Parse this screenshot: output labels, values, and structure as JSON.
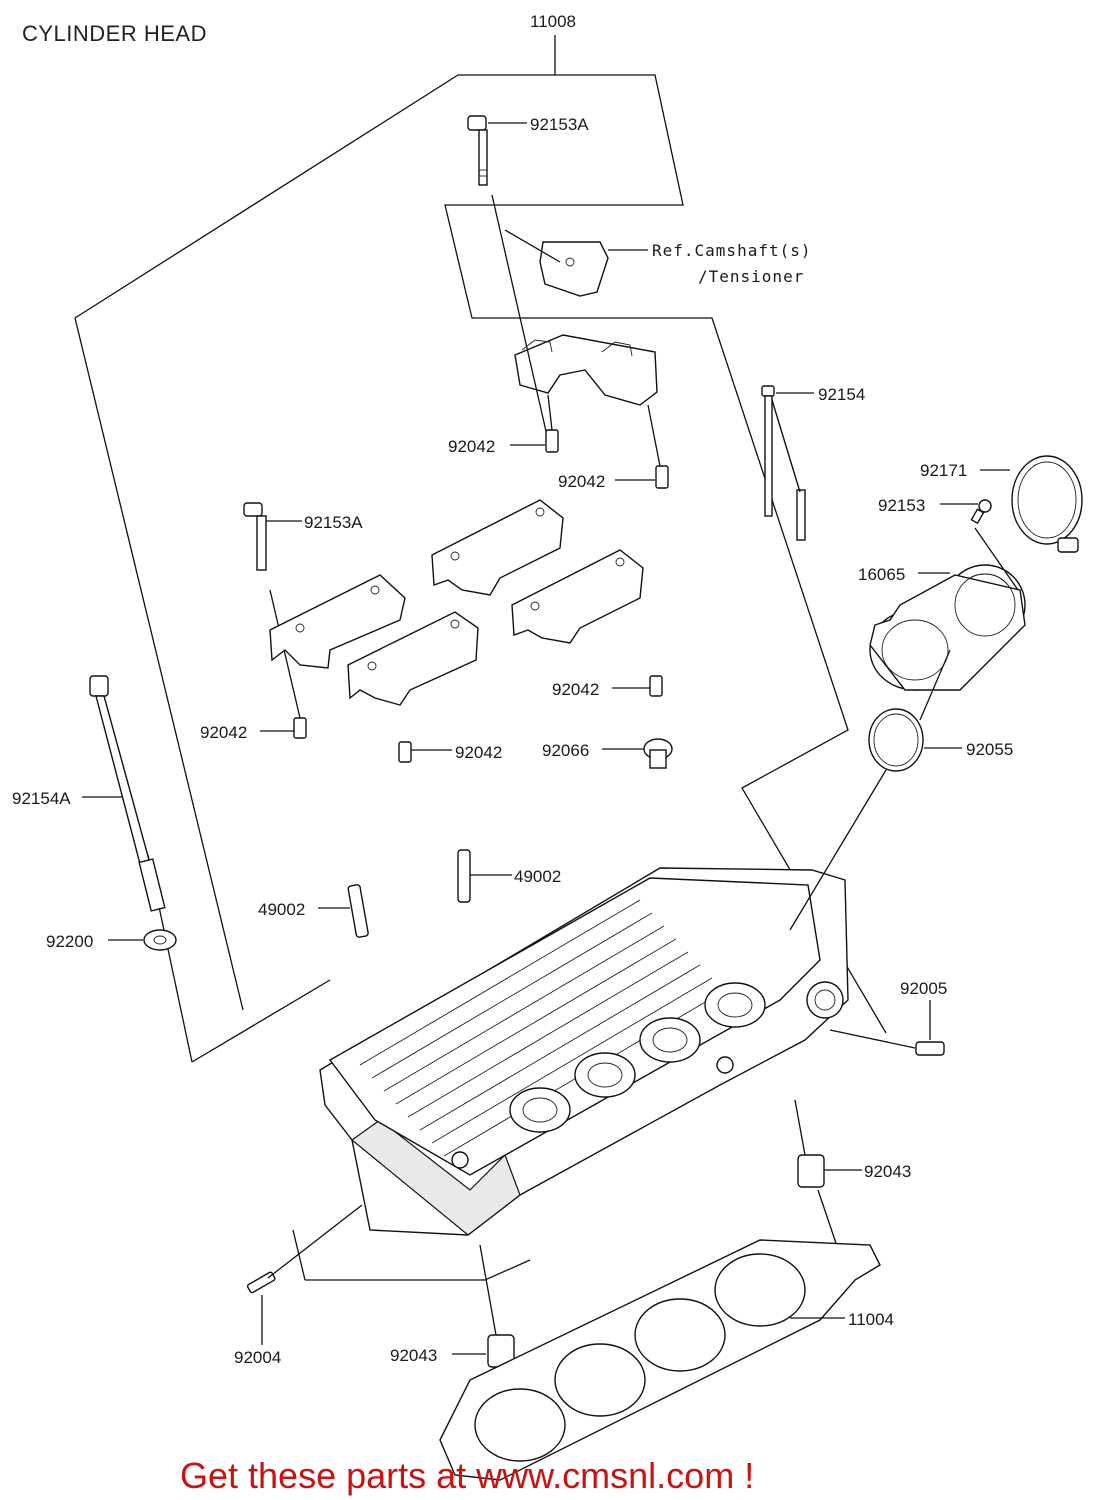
{
  "title": "CYLINDER HEAD",
  "promo": "Get these parts at www.cmsnl.com !",
  "reference_note": {
    "line1": "Ref.Camshaft(s)",
    "line2": "/Tensioner"
  },
  "parts": {
    "p11008": "11008",
    "p92153A_top": "92153A",
    "p92154": "92154",
    "p92042_a": "92042",
    "p92042_b": "92042",
    "p92171": "92171",
    "p92153": "92153",
    "p16065": "16065",
    "p92153A_mid": "92153A",
    "p92042_c": "92042",
    "p92042_d": "92042",
    "p92042_e": "92042",
    "p92066": "92066",
    "p92055": "92055",
    "p92154A": "92154A",
    "p49002_a": "49002",
    "p49002_b": "49002",
    "p92200": "92200",
    "p92005": "92005",
    "p92043_a": "92043",
    "p92004": "92004",
    "p92043_b": "92043",
    "p11004": "11004"
  },
  "colors": {
    "promo": "#cc1111",
    "line": "#111111",
    "background": "#ffffff"
  }
}
